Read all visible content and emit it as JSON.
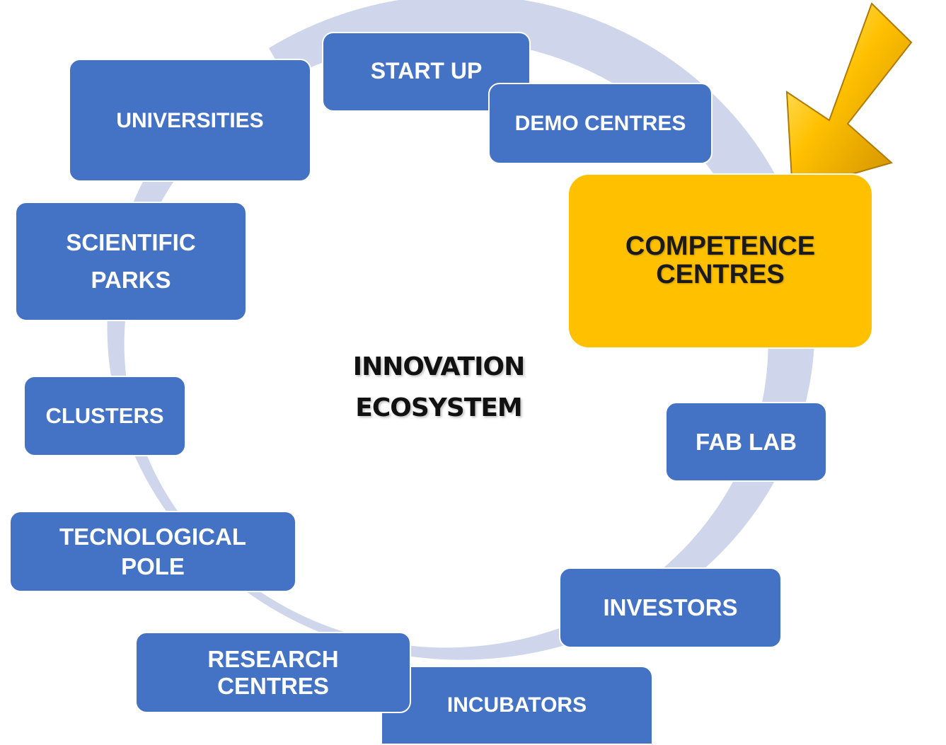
{
  "diagram": {
    "center_title": "INNOVATION\nECOSYSTEM",
    "nodes": {
      "start_up": "START UP",
      "demo_centres": "DEMO CENTRES",
      "competence_centres": "COMPETENCE\nCENTRES",
      "fab_lab": "FAB LAB",
      "investors": "INVESTORS",
      "incubators": "INCUBATORS",
      "research_centres": "RESEARCH\nCENTRES",
      "tecnological_pole": "TECNOLOGICAL\nPOLE",
      "clusters": "CLUSTERS",
      "scientific_parks": "SCIENTIFIC\nPARKS",
      "universities": "UNIVERSITIES"
    },
    "highlighted_node": "competence_centres"
  },
  "colors": {
    "node_fill": "#4472c4",
    "highlight_fill": "#ffc000",
    "ring_fill": "#cfd5ea",
    "arrow_fill": "#ffc000"
  }
}
